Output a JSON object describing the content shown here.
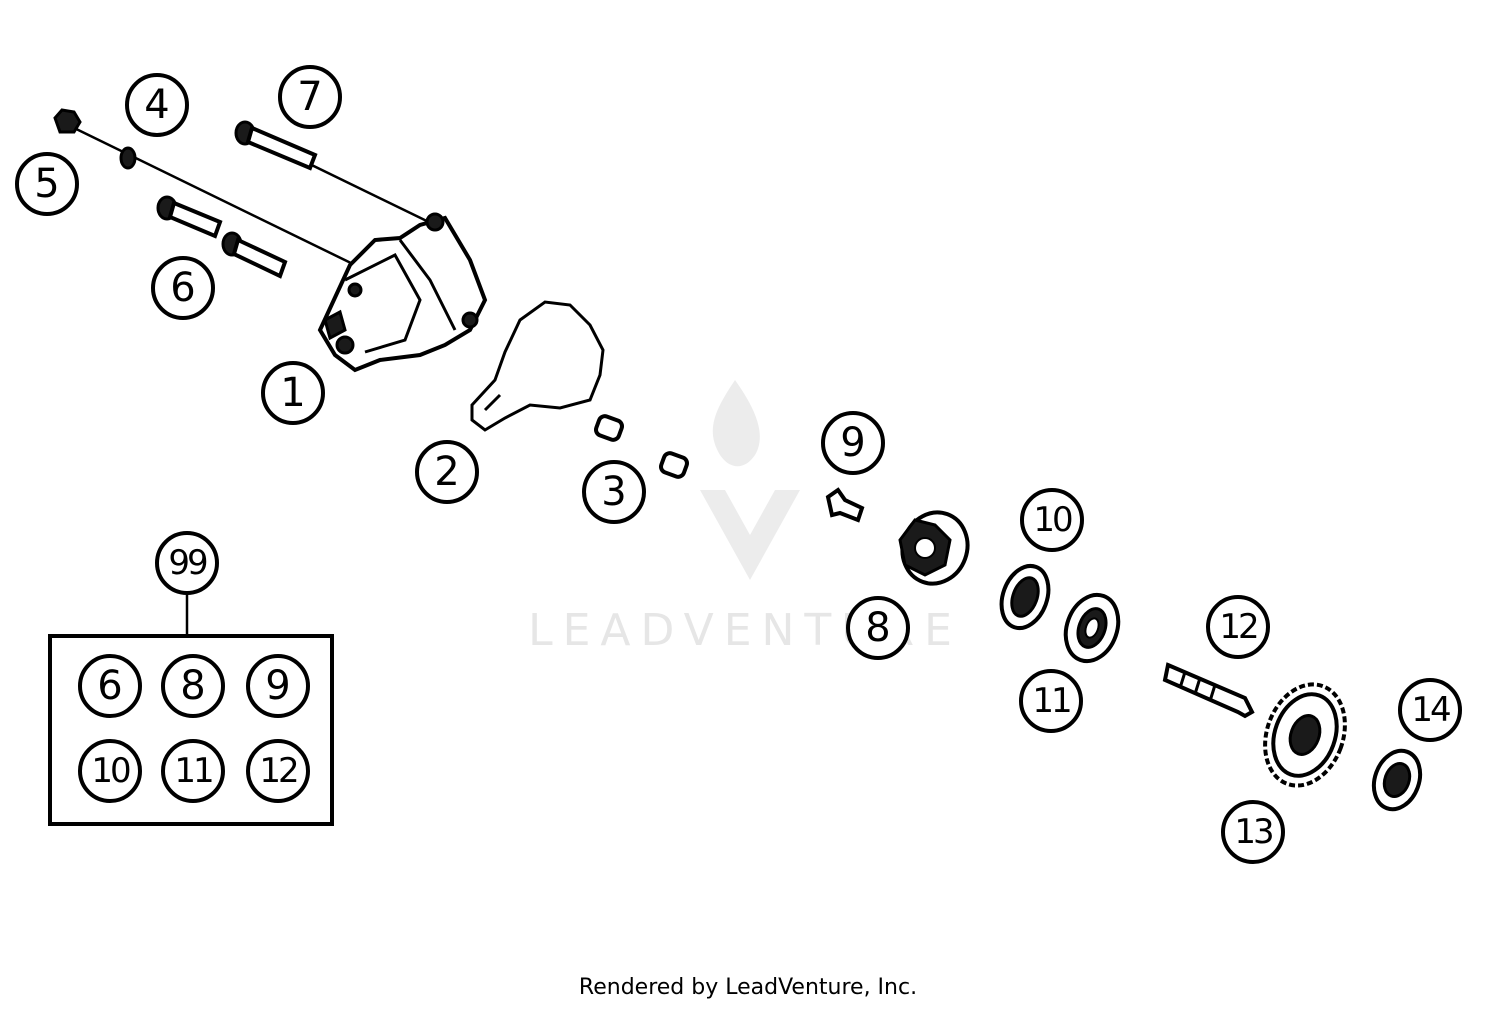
{
  "callouts": {
    "c1": "1",
    "c2": "2",
    "c3": "3",
    "c4": "4",
    "c5": "5",
    "c6": "6",
    "c7": "7",
    "c8": "8",
    "c9": "9",
    "c10": "10",
    "c11": "11",
    "c12": "12",
    "c13": "13",
    "c14": "14",
    "c99": "99"
  },
  "kit": {
    "items": [
      "6",
      "8",
      "9",
      "10",
      "11",
      "12"
    ]
  },
  "watermark": {
    "text": "LEADVENTURE"
  },
  "footer": {
    "text": "Rendered by LeadVenture, Inc."
  }
}
